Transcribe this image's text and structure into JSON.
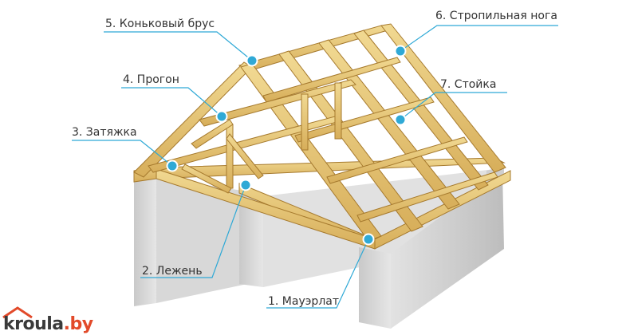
{
  "labels": [
    {
      "id": "mauerlat",
      "text": "1. Мауэрлат"
    },
    {
      "id": "lezhen",
      "text": "2. Лежень"
    },
    {
      "id": "zatyazhka",
      "text": "3. Затяжка"
    },
    {
      "id": "progon",
      "text": "4. Прогон"
    },
    {
      "id": "konkovy",
      "text": "5. Коньковый брус"
    },
    {
      "id": "stropilnaya",
      "text": "6. Стропильная нога"
    },
    {
      "id": "stoyka",
      "text": "7. Стойка"
    }
  ],
  "logo": {
    "text_main": "kroula",
    "text_suffix": ".by"
  },
  "colors": {
    "wood": "#e8c879",
    "wood_dark": "#b98e3c",
    "marker": "#2fa9d6",
    "leader": "#2fa9d6",
    "wall": "#d7d7d7",
    "logo_accent": "#e24a2a"
  }
}
